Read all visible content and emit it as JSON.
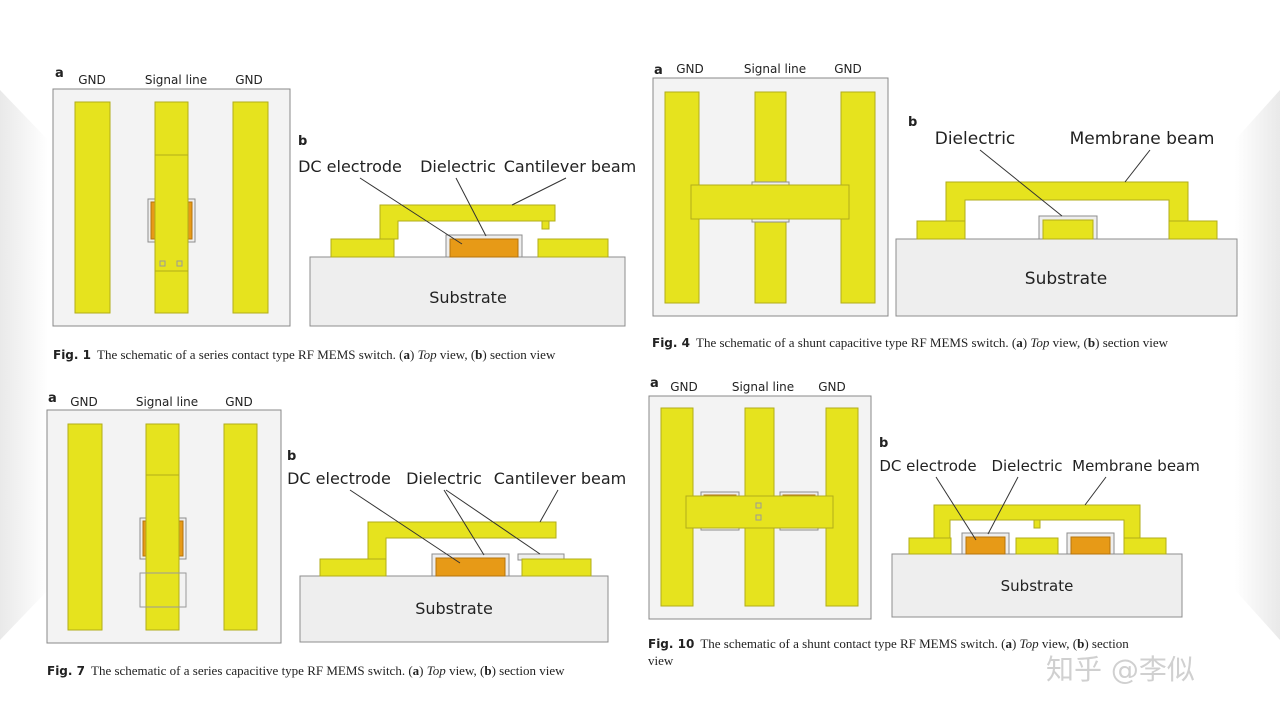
{
  "colors": {
    "gold": "#e6e31e",
    "gold_stroke": "#b2ad1a",
    "orange": "#e79a17",
    "gray_fill": "#eeeeee",
    "gray_stroke": "#8d8d8d"
  },
  "fig1": {
    "panel_a": "a",
    "gnd_left": "GND",
    "signal": "Signal line",
    "gnd_right": "GND",
    "panel_b": "b",
    "dc_electrode": "DC electrode",
    "dielectric": "Dielectric",
    "cantilever": "Cantilever beam",
    "substrate": "Substrate",
    "caption": {
      "fig": "Fig. 1",
      "pre": "The schematic of a series contact type RF MEMS switch. (",
      "a": "a",
      "mid1": ") ",
      "top": "Top",
      "mid2": " view, (",
      "b": "b",
      "post": ") section view"
    }
  },
  "fig4": {
    "panel_a": "a",
    "gnd_left": "GND",
    "signal": "Signal line",
    "gnd_right": "GND",
    "panel_b": "b",
    "dielectric": "Dielectric",
    "membrane": "Membrane beam",
    "substrate": "Substrate",
    "caption": {
      "fig": "Fig. 4",
      "pre": "The schematic of a shunt capacitive type RF MEMS switch. (",
      "a": "a",
      "mid1": ") ",
      "top": "Top",
      "mid2": " view, (",
      "b": "b",
      "post": ") section view"
    }
  },
  "fig7": {
    "panel_a": "a",
    "gnd_left": "GND",
    "signal": "Signal line",
    "gnd_right": "GND",
    "panel_b": "b",
    "dc_electrode": "DC electrode",
    "dielectric": "Dielectric",
    "cantilever": "Cantilever beam",
    "substrate": "Substrate",
    "caption": {
      "fig": "Fig. 7",
      "pre": "The schematic of a series capacitive type RF MEMS switch. (",
      "a": "a",
      "mid1": ") ",
      "top": "Top",
      "mid2": " view, (",
      "b": "b",
      "post": ") section view"
    }
  },
  "fig10": {
    "panel_a": "a",
    "gnd_left": "GND",
    "signal": "Signal line",
    "gnd_right": "GND",
    "panel_b": "b",
    "dc_electrode": "DC electrode",
    "dielectric": "Dielectric",
    "membrane": "Membrane beam",
    "substrate": "Substrate",
    "caption": {
      "fig": "Fig. 10",
      "pre": "The schematic of a shunt contact type RF MEMS switch. (",
      "a": "a",
      "mid1": ") ",
      "top": "Top",
      "mid2": " view, (",
      "b": "b",
      "post": ") section",
      "line2": "view"
    }
  },
  "watermark": "知乎 @李似"
}
